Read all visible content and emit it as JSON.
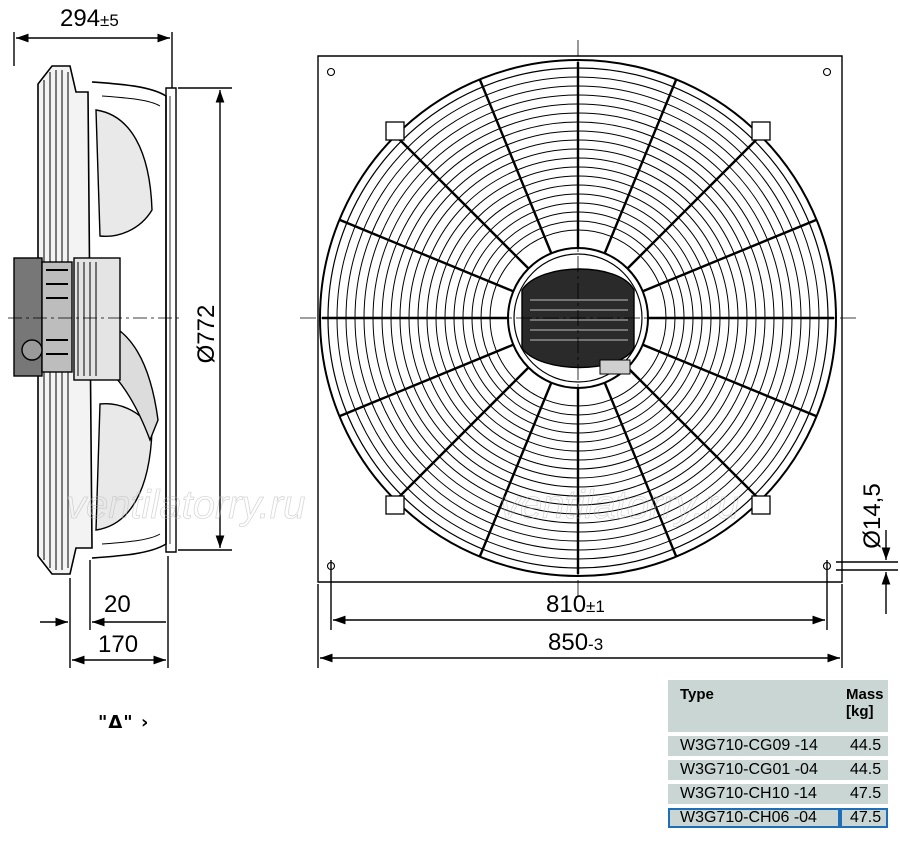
{
  "dimensions": {
    "depth": "294",
    "depth_tol": "±5",
    "diameter": "Ø772",
    "hole": "Ø14,5",
    "offset_small": "20",
    "offset_large": "170",
    "hole_spacing": "810",
    "hole_spacing_tol": "±1",
    "width": "850",
    "width_tol": "-3"
  },
  "watermark": "ventilatorry.ru",
  "legend": {
    "symbol": "\"Δ\" ›"
  },
  "table": {
    "headers": {
      "type": "Type",
      "mass_line1": "Mass",
      "mass_line2": "[kg]"
    },
    "rows": [
      {
        "type": "W3G710-CG09 -14",
        "mass": "44.5"
      },
      {
        "type": "W3G710-CG01 -04",
        "mass": "44.5"
      },
      {
        "type": "W3G710-CH10 -14",
        "mass": "47.5"
      },
      {
        "type": "W3G710-CH06 -04",
        "mass": "47.5"
      }
    ],
    "selected_row": 3
  },
  "colors": {
    "table_bg": "#c9d6d4",
    "highlight": "#1f6fb8"
  }
}
